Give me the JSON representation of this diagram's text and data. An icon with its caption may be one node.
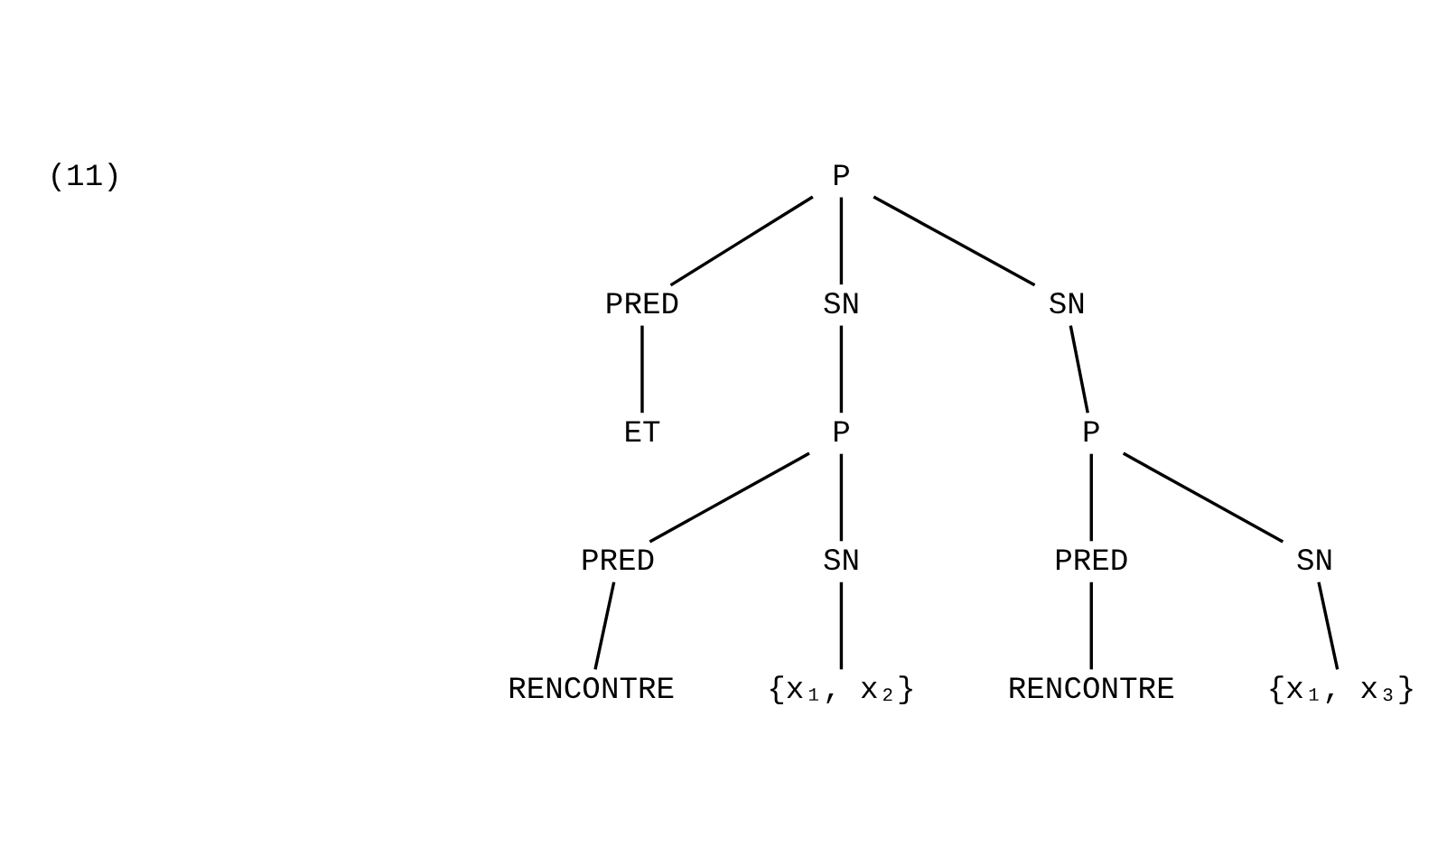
{
  "diagram": {
    "nodes": [
      {
        "text": [
          "P"
        ]
      },
      {
        "text": [
          "PRED"
        ]
      },
      {
        "text": [
          "SN"
        ]
      },
      {
        "text": [
          "SN"
        ]
      },
      {
        "text": [
          "ET"
        ]
      },
      {
        "text": [
          "P"
        ]
      },
      {
        "text": [
          "P"
        ]
      },
      {
        "text": [
          "PRED"
        ]
      },
      {
        "text": [
          "SN"
        ]
      },
      {
        "text": [
          "PRED"
        ]
      },
      {
        "text": [
          "SN"
        ]
      },
      {
        "text": [
          "RENCONTRE"
        ]
      },
      {
        "text": [
          "{x₁, x₂}"
        ]
      },
      {
        "text": [
          "RENCONTRE"
        ]
      },
      {
        "text": [
          "{x₁, x₃}"
        ]
      }
    ],
    "edges": [
      {
        "from": 0,
        "to": 1,
        "arrow": "none"
      },
      {
        "from": 0,
        "to": 2,
        "arrow": "none"
      },
      {
        "from": 0,
        "to": 3,
        "arrow": "none"
      },
      {
        "from": 1,
        "to": 4,
        "arrow": "none"
      },
      {
        "from": 2,
        "to": 5,
        "arrow": "none"
      },
      {
        "from": 3,
        "to": 6,
        "arrow": "none"
      },
      {
        "from": 5,
        "to": 7,
        "arrow": "none"
      },
      {
        "from": 5,
        "to": 8,
        "arrow": "none"
      },
      {
        "from": 6,
        "to": 9,
        "arrow": "none"
      },
      {
        "from": 6,
        "to": 10,
        "arrow": "none"
      },
      {
        "from": 7,
        "to": 11,
        "arrow": "none"
      },
      {
        "from": 8,
        "to": 12,
        "arrow": "none"
      },
      {
        "from": 9,
        "to": 13,
        "arrow": "none"
      },
      {
        "from": 10,
        "to": 14,
        "arrow": "none"
      }
    ],
    "labels": [
      "(11)"
    ]
  }
}
